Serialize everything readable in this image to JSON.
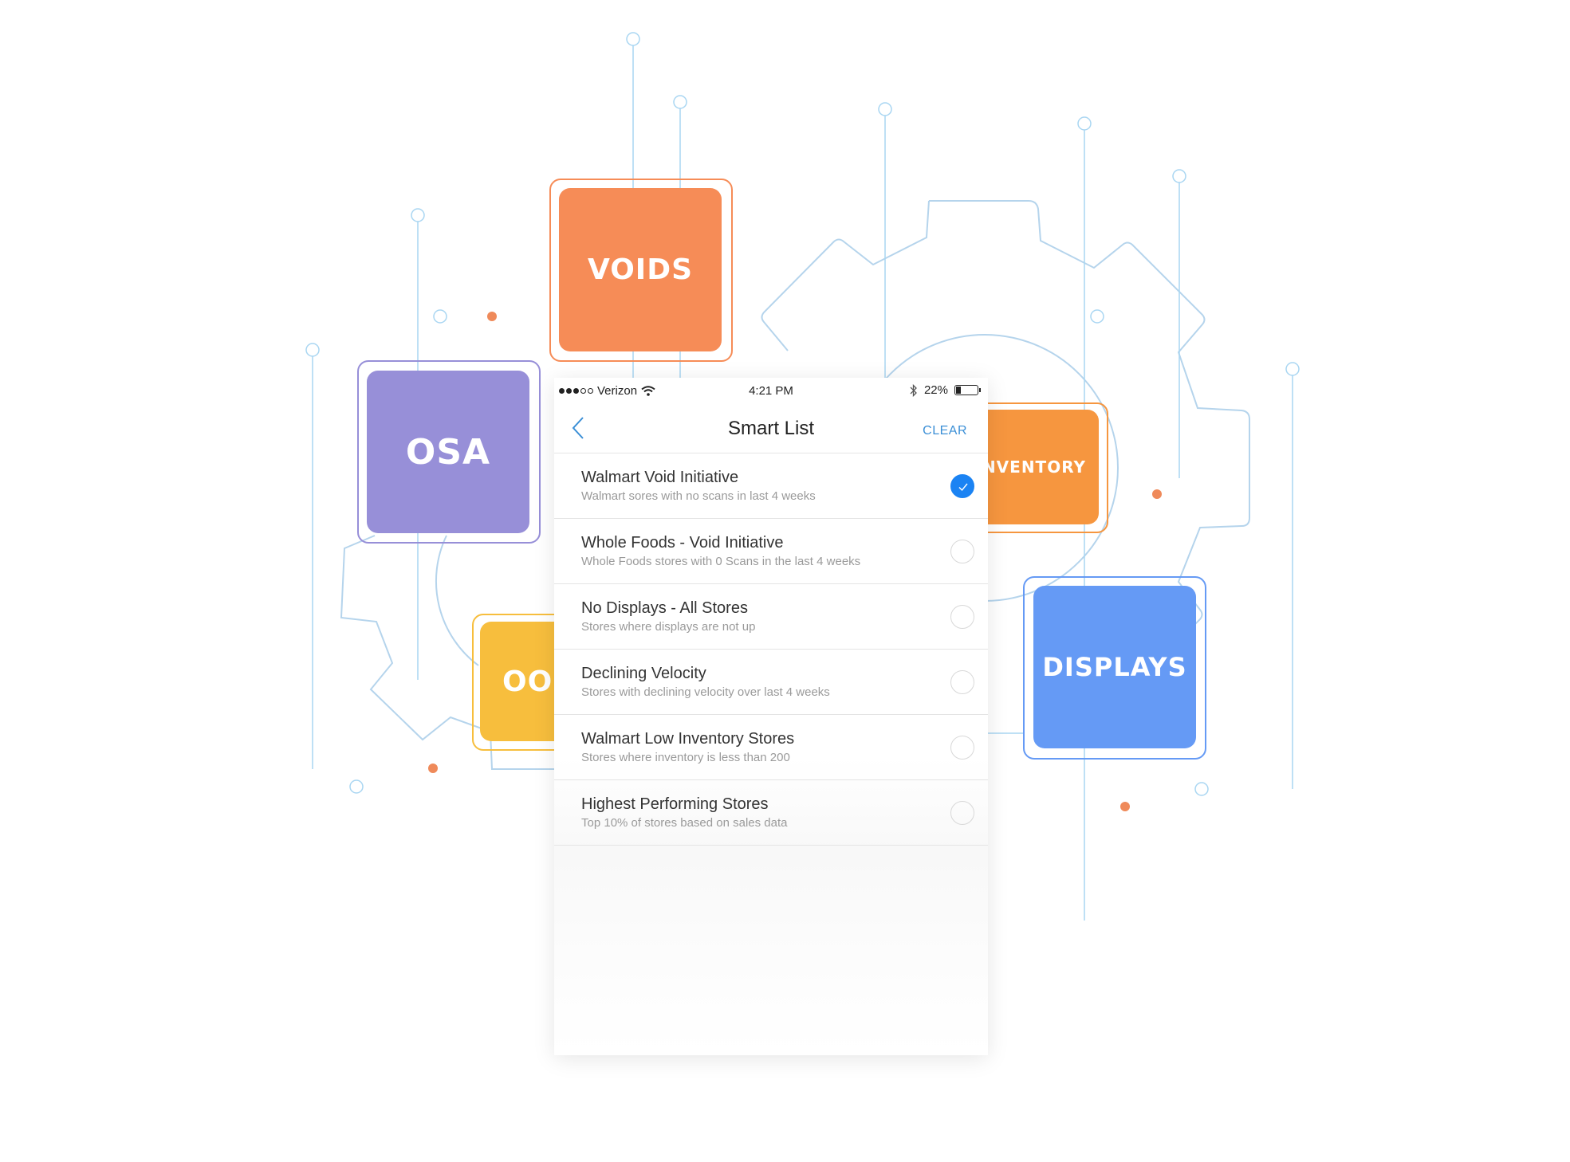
{
  "tiles": {
    "voids": {
      "label": "VOIDS",
      "color": "#f68c57"
    },
    "osa": {
      "label": "OSA",
      "color": "#978fd8"
    },
    "inventory": {
      "label": "INVENTORY",
      "color": "#f6963f"
    },
    "oos": {
      "label": "OO",
      "color": "#f7be3d"
    },
    "displays": {
      "label": "DISPLAYS",
      "color": "#659af5"
    }
  },
  "status_bar": {
    "carrier": "Verizon",
    "time": "4:21 PM",
    "battery": "22%",
    "battery_level": 0.22,
    "signal_bars": 3,
    "signal_total": 5
  },
  "nav": {
    "title": "Smart List",
    "clear_label": "CLEAR",
    "back_icon": "chevron-left-icon"
  },
  "list": [
    {
      "title": "Walmart Void Initiative",
      "subtitle": "Walmart sores with no scans in last 4 weeks",
      "selected": true
    },
    {
      "title": "Whole Foods - Void Initiative",
      "subtitle": "Whole Foods stores with 0 Scans in the last 4 weeks",
      "selected": false
    },
    {
      "title": "No Displays - All Stores",
      "subtitle": "Stores where displays are not up",
      "selected": false
    },
    {
      "title": "Declining Velocity",
      "subtitle": "Stores with declining velocity over last 4 weeks",
      "selected": false
    },
    {
      "title": "Walmart Low Inventory Stores",
      "subtitle": "Stores where inventory is less than 200",
      "selected": false
    },
    {
      "title": "Highest Performing Stores",
      "subtitle": "Top 10% of stores based on sales data",
      "selected": false
    }
  ],
  "colors": {
    "accent": "#1b83f3",
    "line": "#a9d6f2",
    "dot": "#ef8a5a"
  }
}
